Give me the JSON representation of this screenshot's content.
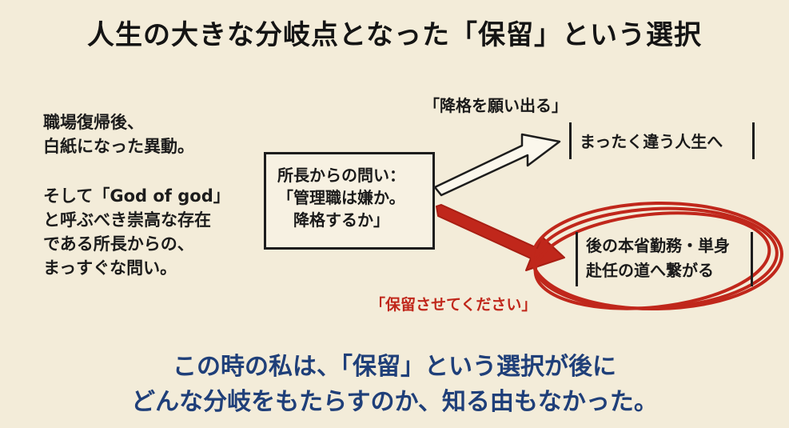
{
  "title": "人生の大きな分岐点となった「保留」という選択",
  "left_lines_1": [
    "職場復帰後、",
    "白紙になった異動。"
  ],
  "left_lines_2": [
    "そして「God of god」",
    "と呼ぶべき崇高な存在",
    "である所長からの、",
    "まっすぐな問い。"
  ],
  "center_box": [
    "所長からの問い：",
    "「管理職は嫌か。",
    "　降格するか」"
  ],
  "upper_branch": {
    "label": "「降格を願い出る」",
    "outcome": "まったく違う人生へ"
  },
  "lower_branch": {
    "label": "「保留させてください」",
    "outcome": [
      "後の本省勤務・単身",
      "赴任の道へ繋がる"
    ]
  },
  "bottom_lines": [
    "この時の私は、「保留」という選択が後に",
    "どんな分岐をもたらすのか、知る由もなかった。"
  ],
  "colors": {
    "background": "#f3ecd9",
    "ink": "#1a1a1a",
    "accent_red": "#c0271b",
    "accent_navy": "#1f3f79"
  }
}
